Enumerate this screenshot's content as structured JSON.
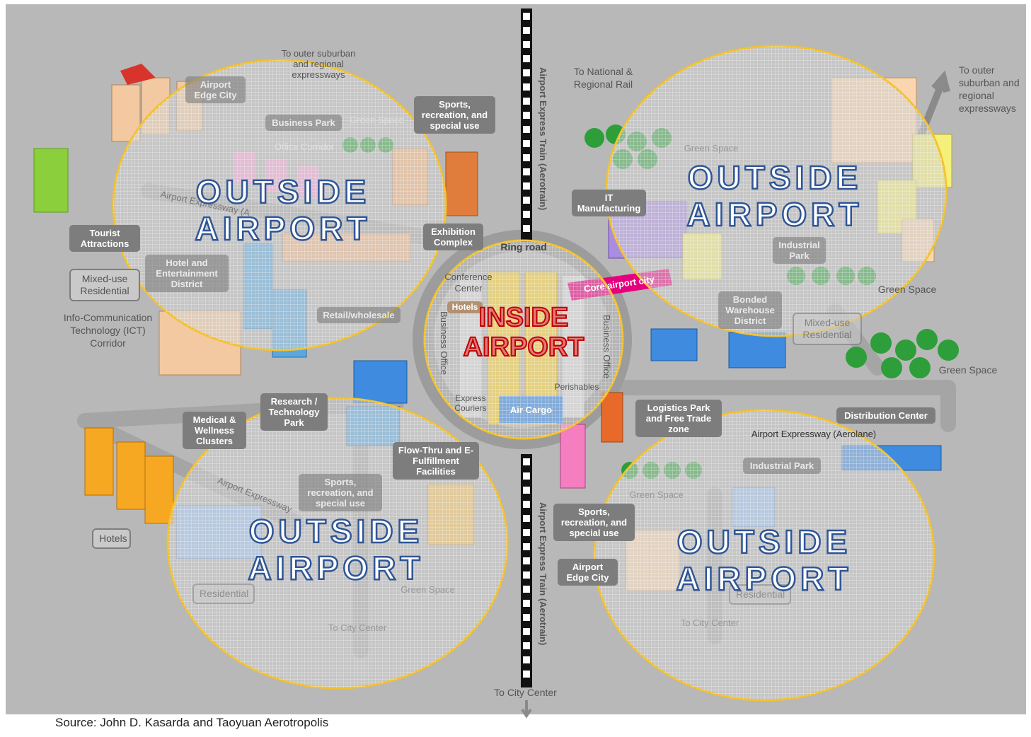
{
  "source": "Source: John D. Kasarda and Taoyuan Aerotropolis",
  "overlay": {
    "outside": "OUTSIDE AIRPORT",
    "outside_line1": "OUTSIDE",
    "outside_line2": "AIRPORT",
    "inside_line1": "INSIDE",
    "inside_line2": "AIRPORT"
  },
  "colors": {
    "background": "#b8b8b8",
    "circle_stroke": "#f2c12e",
    "outside_text": "#2f5597",
    "inside_text": "#c00000",
    "core_airport_city": "#e6007e"
  },
  "labels": {
    "nw_outer": "To outer suburban and regional expressways",
    "airport_edge_city_nw": "Airport Edge City",
    "business_park": "Business Park",
    "green_space": "Green Space",
    "office_corridor": "Office Corridor",
    "sports_nw": "Sports, recreation, and special use",
    "airport_expressway_nw": "Airport Expressway (A",
    "tourist": "Tourist Attractions",
    "hotel_ent": "Hotel and Entertainment District",
    "exhibition": "Exhibition Complex",
    "mixed_use_w": "Mixed-use Residential",
    "ict": "Info-Communication Technology (ICT) Corridor",
    "retail": "Retail/wholesale",
    "ring_road": "Ring road",
    "conference": "Conference Center",
    "hotels_center": "Hotels",
    "business_office_l": "Business Office",
    "business_office_r": "Business Office",
    "perishables": "Perishables",
    "express_couriers": "Express Couriers",
    "air_cargo": "Air Cargo",
    "core_airport_city": "Core airport city",
    "train_top": "Airport Express Train (Aerotrain)",
    "train_bottom": "Airport Express Train (Aerotrain)",
    "to_city_center": "To City Center",
    "national_rail": "To National & Regional Rail",
    "ne_outer": "To outer suburban and regional expressways",
    "green_space_ne": "Green Space",
    "it_manufacturing": "IT Manufacturing",
    "industrial_park_ne": "Industrial Park",
    "green_space_e": "Green Space",
    "bonded": "Bonded Warehouse District",
    "mixed_use_e": "Mixed-use Residential",
    "green_space_far_e": "Green Space",
    "research": "Research / Technology Park",
    "medical": "Medical & Wellness Clusters",
    "flow_thru": "Flow-Thru and E-Fulfillment Facilities",
    "airport_expressway_sw": "Airport Expressway",
    "sports_sw": "Sports, recreation, and special use",
    "hotels_sw": "Hotels",
    "residential_sw": "Residential",
    "green_space_sw": "Green Space",
    "to_city_center_sw": "To City Center",
    "logistics": "Logistics Park and Free Trade zone",
    "distribution": "Distribution Center",
    "airport_expressway_se": "Airport Expressway (Aerolane)",
    "industrial_park_se": "Industrial Park",
    "green_space_se": "Green Space",
    "sports_se": "Sports, recreation, and special use",
    "airport_edge_city_se": "Airport Edge City",
    "residential_se": "Residential",
    "to_city_center_se": "To City Center"
  }
}
